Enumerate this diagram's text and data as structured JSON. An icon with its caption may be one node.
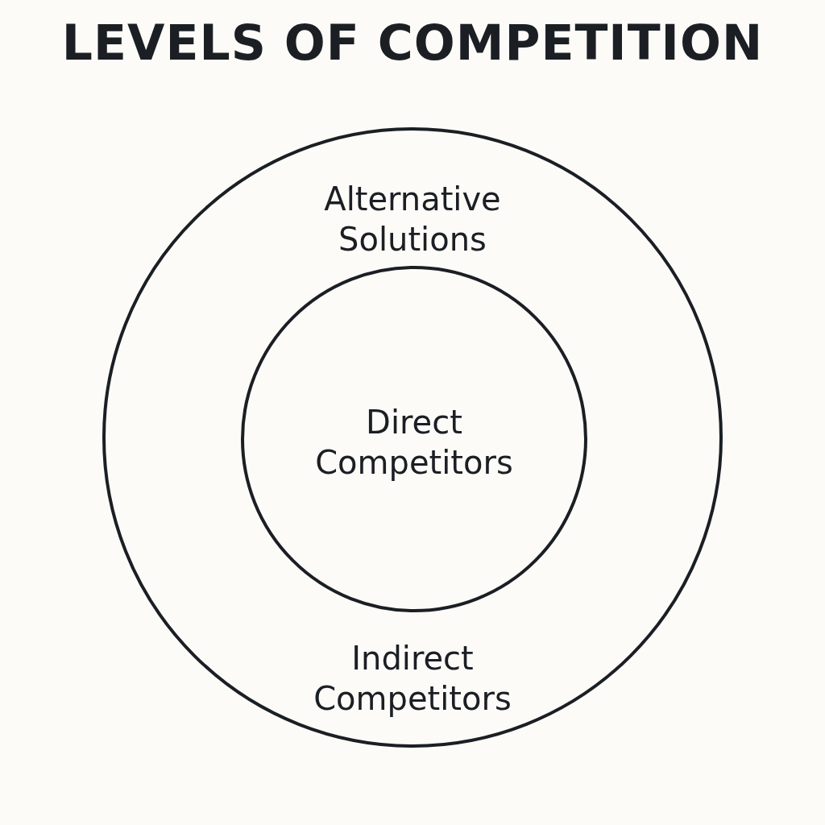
{
  "diagram": {
    "title": "LEVELS OF COMPETITION",
    "nodes": [
      {
        "text": [
          "Alternative Solutions",
          "Indirect Competitors"
        ]
      },
      {
        "text": [
          "Direct Competitors"
        ],
        "in": 0
      }
    ]
  }
}
